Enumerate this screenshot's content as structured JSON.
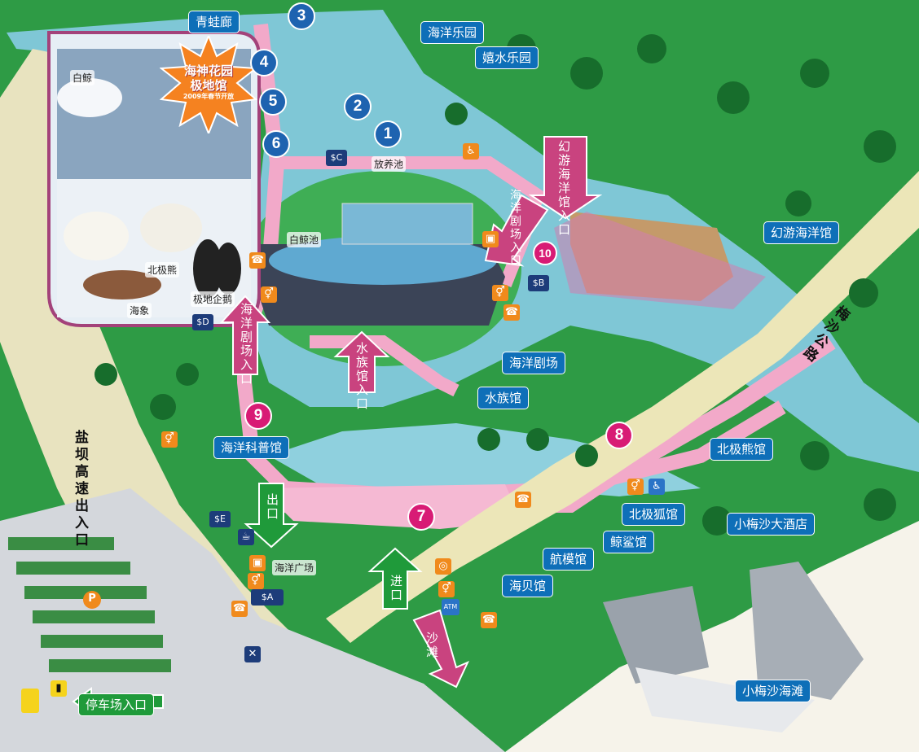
{
  "places": {
    "qingwalang": "青蛙廊",
    "haiyang_leyuan": "海洋乐园",
    "xishui_leyuan": "嬉水乐园",
    "huanyou_haiyangguan": "幻游海洋馆",
    "haiyang_juchang": "海洋剧场",
    "shuizuguan": "水族馆",
    "haiyang_kepuguan": "海洋科普馆",
    "beijixiongguan": "北极熊馆",
    "beijihuguan": "北极狐馆",
    "jingshaguan": "鲸鲨馆",
    "hangmoguan": "航模馆",
    "haibeiguan": "海贝馆",
    "jiudian": "小梅沙大酒店",
    "haitan": "小梅沙海滩",
    "tingchechang": "停车场入口",
    "fangyangchi": "放养池",
    "baijingchi": "白鲸池",
    "haiyang_guangchang": "海洋广场"
  },
  "entrances": {
    "huanyou": "幻游海洋馆入口",
    "juchang_right": "海洋剧场入口",
    "juchang_left": "海洋剧场入口",
    "shuizu": "水族馆入口",
    "exit": "出口",
    "entry": "进口",
    "beach": "沙滩"
  },
  "roads": {
    "yanba": "盐坝高速出入口",
    "meisha": "梅沙公路"
  },
  "numbers": [
    "1",
    "2",
    "3",
    "4",
    "5",
    "6",
    "7",
    "8",
    "9",
    "10"
  ],
  "atm": {
    "a": "A",
    "b": "B",
    "c": "C",
    "d": "D",
    "e": "E"
  },
  "icons": {
    "parking": "P",
    "atm_text": "ATM"
  },
  "polar_inset": {
    "burst_line1": "海神花园",
    "burst_line2": "极地馆",
    "burst_line3": "2009年春节开放",
    "baijing": "白鲸",
    "beijixiong": "北极熊",
    "haixiang": "海象",
    "qie": "极地企鹅"
  },
  "colors": {
    "grass": "#1d8a3a",
    "water": "#7fc7d6",
    "path": "#f2a9c9",
    "label_blue": "#0e6fb8",
    "arrow_pink": "#c9437f",
    "arrow_green": "#1f9a3a",
    "inset_border": "#a3427a"
  }
}
